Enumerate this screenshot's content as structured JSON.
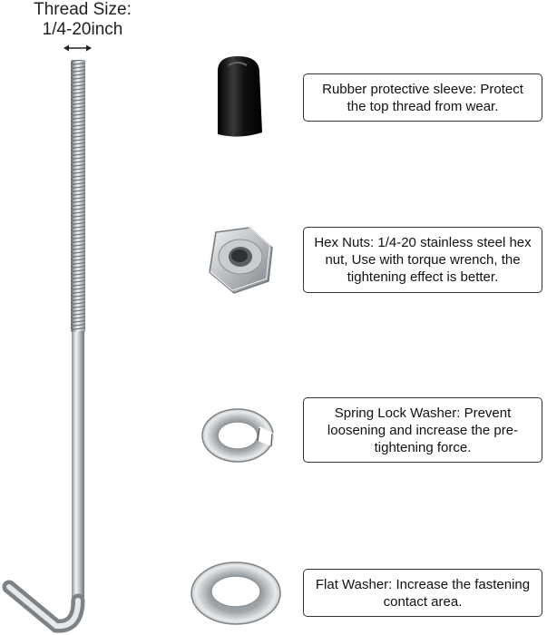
{
  "thread_size": {
    "label": "Thread Size:",
    "value": "1/4-20inch",
    "arrow_icon": "double-arrow-icon"
  },
  "parts": [
    {
      "name": "rubber-protective-sleeve",
      "icon": "rubber-sleeve-icon",
      "description": "Rubber protective sleeve: Protect the top thread from wear."
    },
    {
      "name": "hex-nut",
      "icon": "hex-nut-icon",
      "description": "Hex Nuts: 1/4-20 stainless steel hex nut, Use with torque wrench, the tightening effect is better."
    },
    {
      "name": "spring-lock-washer",
      "icon": "spring-lock-washer-icon",
      "description": "Spring Lock Washer: Prevent loosening and increase the pre-tightening force."
    },
    {
      "name": "flat-washer",
      "icon": "flat-washer-icon",
      "description": "Flat Washer: Increase the fastening contact area."
    }
  ],
  "colors": {
    "steel_light": "#e6e8ea",
    "steel_mid": "#b9bdc1",
    "steel_dark": "#7d8287",
    "rubber": "#111111",
    "border": "#333333"
  }
}
